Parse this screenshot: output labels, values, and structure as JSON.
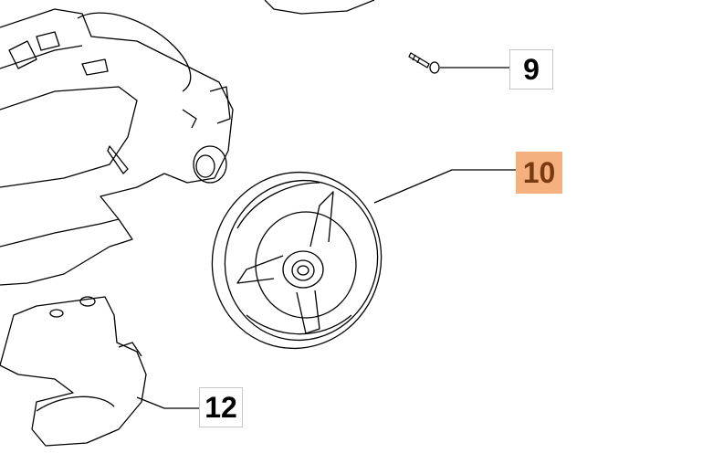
{
  "callouts": [
    {
      "label": "9",
      "part": "screw"
    },
    {
      "label": "10",
      "part": "wheel",
      "highlighted": true
    },
    {
      "label": "12",
      "part": "rear-handle-bracket"
    }
  ],
  "colors": {
    "highlight": "#f5b07f",
    "highlight_text": "#7a3a10",
    "line": "#000000"
  }
}
